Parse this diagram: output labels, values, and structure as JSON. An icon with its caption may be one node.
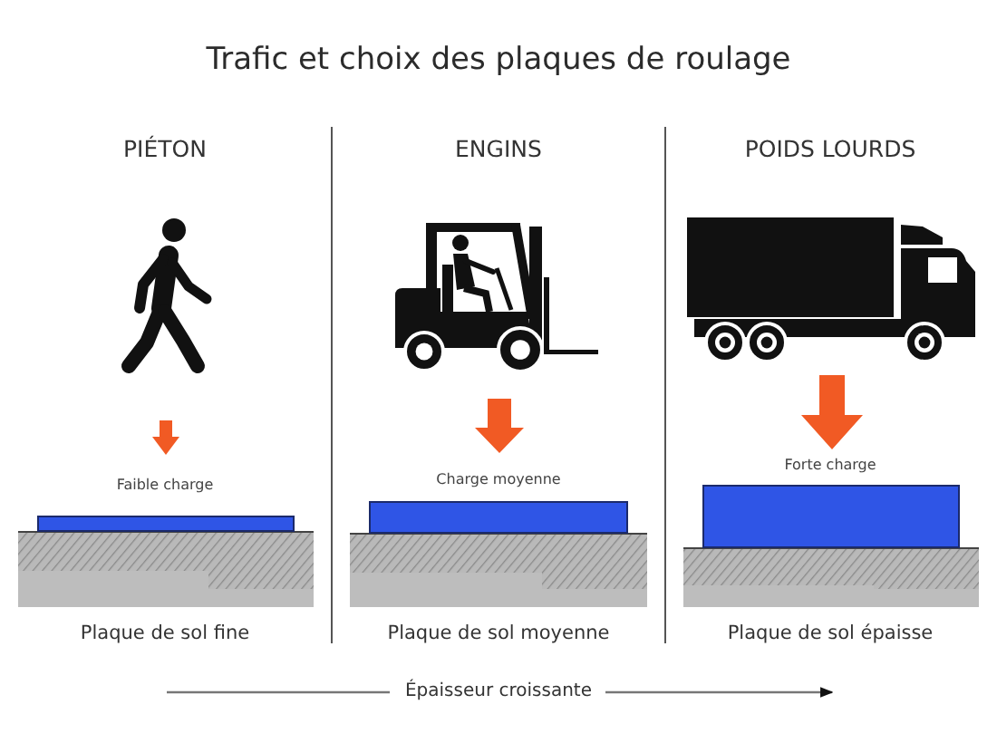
{
  "diagram": {
    "title": "Trafic et choix des plaques de roulage",
    "labels": [
      "PIÉTON",
      "ENGINS",
      "POIDS LOURDS",
      "Faible charge",
      "Charge moyenne",
      "Forte charge",
      "Plaque de sol fine",
      "Plaque de sol moyenne",
      "Plaque de sol épaisse",
      "Épaisseur croissante"
    ]
  }
}
